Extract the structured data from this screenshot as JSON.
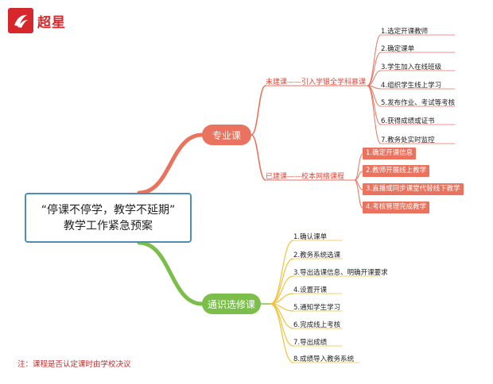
{
  "logo": {
    "text": "超星"
  },
  "root": {
    "line1": "“停课不停学，教学不延期”",
    "line2": "教学工作紧急预案"
  },
  "branch_major": {
    "label": "专业课",
    "sub_new": {
      "label": "未建课——引入学银全学科慕课",
      "items": [
        "1.选定开课教师",
        "2.确定课单",
        "3.学生加入在线班级",
        "4.组织学生线上学习",
        "5.发布作业、考试等考核",
        "6.获得成绩或证书",
        "7.教务处实时监控"
      ]
    },
    "sub_built": {
      "label": "已建课——校本网络课程",
      "items": [
        "1.确定开课信息",
        "2.教师开展线上教学",
        "3.直播或同步课堂代替线下教学",
        "4.考核管理完成教学"
      ]
    }
  },
  "branch_elective": {
    "label": "通识选修课",
    "items": [
      "1.确认课单",
      "2.教务系统选课",
      "3.导出选课信息、明确开课要求",
      "4.设置开课",
      "5.通知学生学习",
      "6.完成线上考核",
      "7.导出成绩",
      "8.成绩导入教务系统"
    ]
  },
  "note": "注：课程是否认定课时由学校决议",
  "colors": {
    "major": "#e9735e",
    "elective": "#7bbf4a",
    "root_border": "#4e8fb0",
    "leaf_line": "#f0c23a",
    "sub_text": "#e0463a"
  }
}
